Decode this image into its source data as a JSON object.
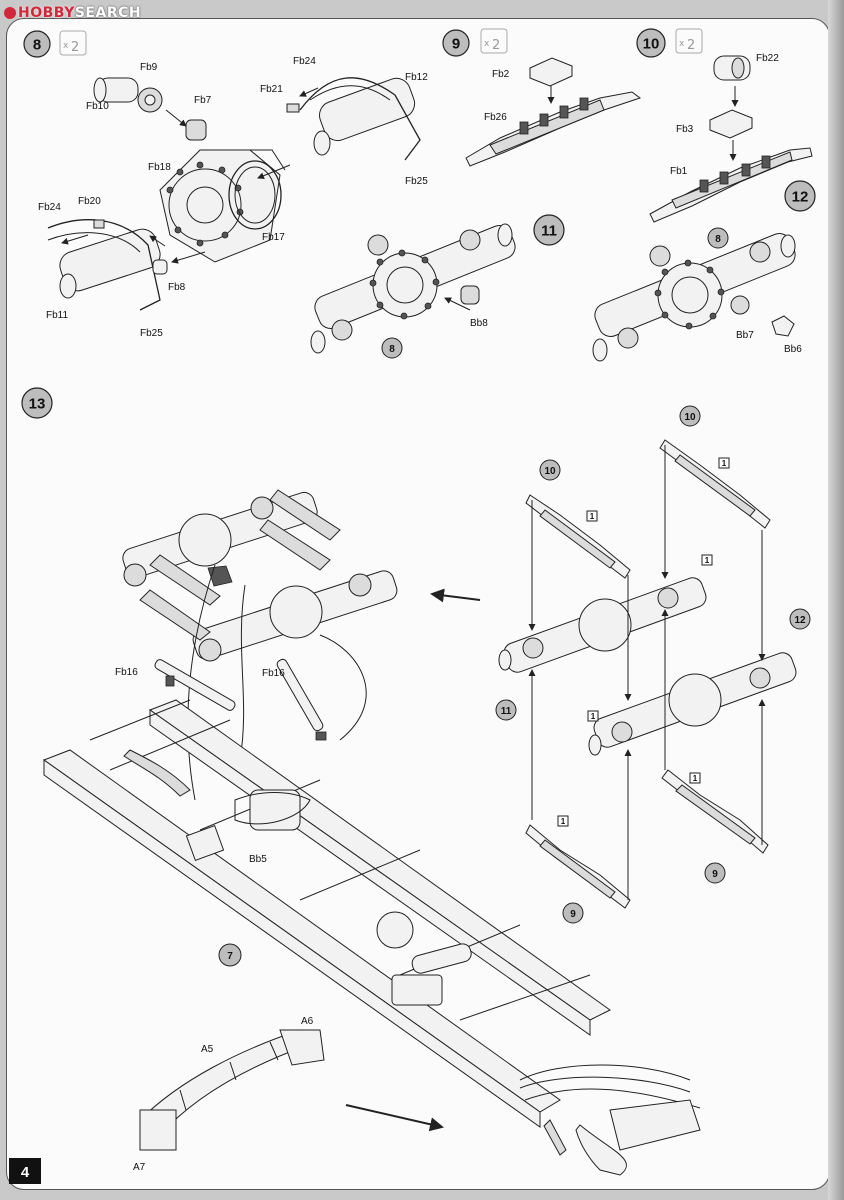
{
  "watermark": {
    "brand": "HOBBY",
    "suffix": "SEARCH"
  },
  "page_number": "4",
  "steps": [
    {
      "number": "8",
      "multiplier": "2"
    },
    {
      "number": "9",
      "multiplier": "2"
    },
    {
      "number": "10",
      "multiplier": "2"
    },
    {
      "number": "11"
    },
    {
      "number": "12"
    },
    {
      "number": "13"
    }
  ],
  "step8_labels": [
    "Fb9",
    "Fb24",
    "Fb12",
    "Fb10",
    "Fb7",
    "Fb21",
    "Fb18",
    "Fb25",
    "Fb24",
    "Fb20",
    "Fb17",
    "Fb8",
    "Fb11",
    "Fb25"
  ],
  "step9_labels": [
    "Fb2",
    "Fb26"
  ],
  "step10_labels": [
    "Fb22",
    "Fb3",
    "Fb1"
  ],
  "step11_labels": [
    "Bb8"
  ],
  "step11_ref": "8",
  "step12_labels": [
    "Bb7",
    "Bb6"
  ],
  "step12_ref": "8",
  "step13_labels": [
    "Fb16",
    "Fb16",
    "Bb5",
    "A6",
    "A5",
    "A7"
  ],
  "step13_ref": "7",
  "exploded_refs": [
    "10",
    "10",
    "11",
    "12",
    "9",
    "9"
  ],
  "boxed_marks": [
    "1",
    "1",
    "1",
    "1",
    "1",
    "1"
  ]
}
